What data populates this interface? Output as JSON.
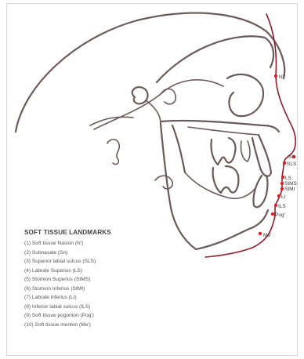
{
  "legend": {
    "title": "SOFT TISSUE LANDMARKS",
    "items": [
      "(1) Soft tissue Nasion (N')",
      "(2) Subnasale (Sn)",
      "(3) Superior labial sulcus (SLS)",
      "(4) Labrale Superius (LS)",
      "(5) Stomion Superius (StMS)",
      "(6) Stomion Inferius (StMI)",
      "(7) Labrale inferius (LI)",
      "(8) Inferior labial sulcus (ILS)",
      "(9) Soft tissue pogonion (Pog')",
      "(10) Soft tissue menton (Me')"
    ]
  },
  "landmarks": {
    "n": "N'",
    "sn": "Sn",
    "sls": "SLS",
    "ls": "LS",
    "stms": "StMS",
    "stmi": "StMI",
    "li": "LI",
    "ils": "ILS",
    "pog": "Pog'",
    "me": "Me'"
  },
  "colors": {
    "line": "#6b5a5a",
    "profile": "#8b1f2a",
    "landmark": "#d8232a"
  }
}
